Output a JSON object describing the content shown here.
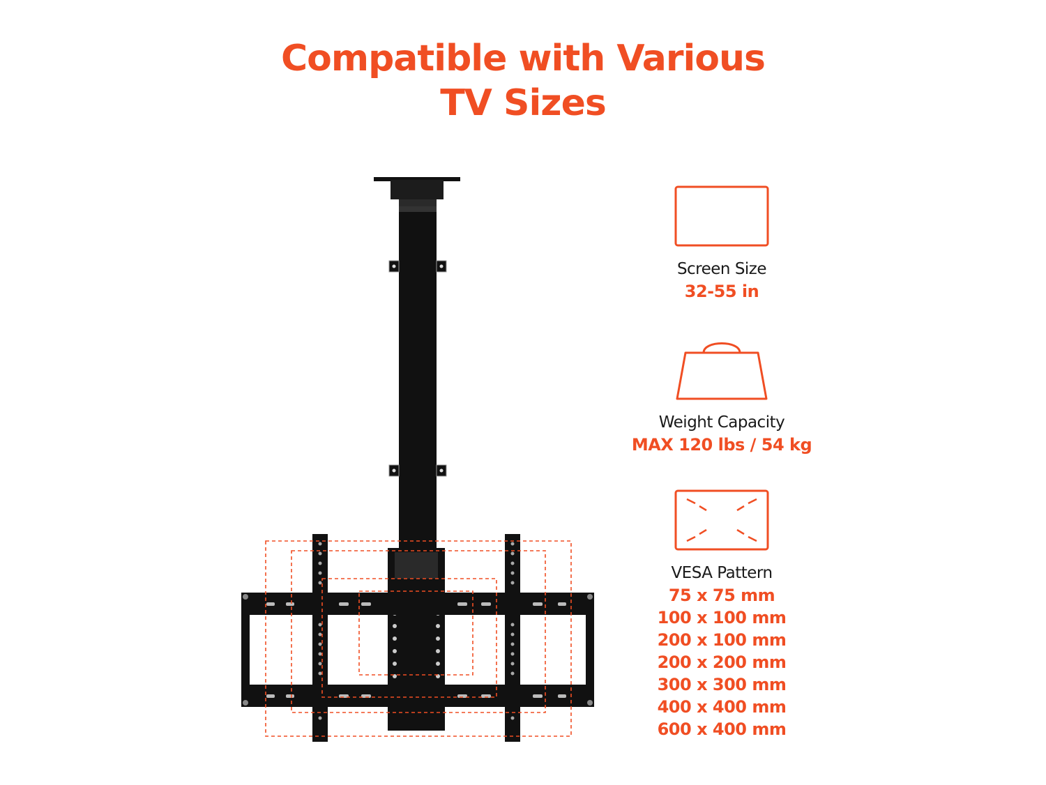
{
  "title": {
    "line1": "Compatible with Various",
    "line2": "TV Sizes"
  },
  "colors": {
    "accent": "#F04E23",
    "text": "#1a1a1a",
    "mount": "#111111"
  },
  "specs": {
    "screen": {
      "icon": "screen-outline-icon",
      "label": "Screen Size",
      "value": "32-55 in"
    },
    "weight": {
      "icon": "weight-bag-icon",
      "label": "Weight Capacity",
      "value": "MAX 120 lbs / 54 kg"
    },
    "vesa": {
      "icon": "vesa-pattern-icon",
      "label": "VESA Pattern",
      "values": [
        "75 x 75 mm",
        "100 x 100 mm",
        "200 x 100 mm",
        "200 x 200 mm",
        "300 x 300 mm",
        "400 x 400 mm",
        "600 x 400 mm"
      ]
    }
  }
}
